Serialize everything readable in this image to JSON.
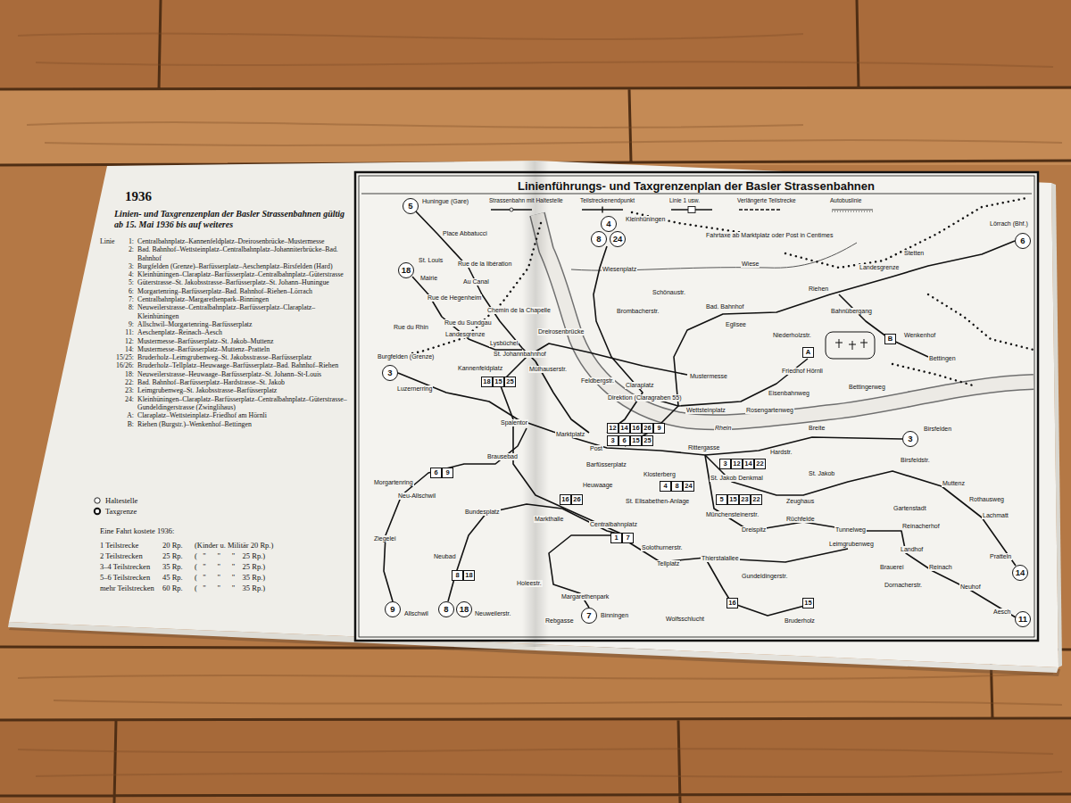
{
  "diagram": {
    "title": "Linienführungs- und Taxgrenzenplan der Basler Strassenbahnen",
    "caption": "Linien- und Taxgrenzenplan der Basler Strassenbahnen gültig ab 15. Mai 1936 bis auf weiteres",
    "nodes": [
      {
        "text": [
          "5"
        ]
      },
      {
        "text": [
          "18"
        ]
      },
      {
        "text": [
          "3"
        ]
      },
      {
        "text": [
          "9"
        ]
      },
      {
        "text": [
          "8"
        ]
      },
      {
        "text": [
          "18"
        ]
      },
      {
        "text": [
          "7"
        ]
      },
      {
        "text": [
          "4"
        ]
      },
      {
        "text": [
          "8"
        ]
      },
      {
        "text": [
          "24"
        ]
      },
      {
        "text": [
          "6"
        ]
      },
      {
        "text": [
          "3"
        ]
      },
      {
        "text": [
          "14"
        ]
      },
      {
        "text": [
          "11"
        ]
      },
      {
        "text": [
          "A"
        ]
      },
      {
        "text": [
          "B"
        ]
      },
      {
        "text": [
          "18"
        ]
      },
      {
        "text": [
          "15"
        ]
      },
      {
        "text": [
          "25"
        ]
      },
      {
        "text": [
          "12"
        ]
      },
      {
        "text": [
          "14"
        ]
      },
      {
        "text": [
          "16"
        ]
      },
      {
        "text": [
          "26"
        ]
      },
      {
        "text": [
          "9"
        ]
      },
      {
        "text": [
          "3"
        ]
      },
      {
        "text": [
          "6"
        ]
      },
      {
        "text": [
          "15"
        ]
      },
      {
        "text": [
          "25"
        ]
      },
      {
        "text": [
          "3"
        ]
      },
      {
        "text": [
          "12"
        ]
      },
      {
        "text": [
          "14"
        ]
      },
      {
        "text": [
          "22"
        ]
      },
      {
        "text": [
          "4"
        ]
      },
      {
        "text": [
          "8"
        ]
      },
      {
        "text": [
          "24"
        ]
      },
      {
        "text": [
          "5"
        ]
      },
      {
        "text": [
          "15"
        ]
      },
      {
        "text": [
          "23"
        ]
      },
      {
        "text": [
          "22"
        ]
      },
      {
        "text": [
          "16"
        ]
      },
      {
        "text": [
          "26"
        ]
      },
      {
        "text": [
          "1"
        ]
      },
      {
        "text": [
          "7"
        ]
      },
      {
        "text": [
          "6"
        ]
      },
      {
        "text": [
          "9"
        ]
      },
      {
        "text": [
          "8"
        ]
      },
      {
        "text": [
          "18"
        ]
      },
      {
        "text": [
          "16"
        ]
      },
      {
        "text": [
          "15"
        ]
      }
    ],
    "labels": [
      "1936",
      "Linie",
      "1:",
      "Centralbahnplatz–Kannenfeldplatz–Dreirosenbrücke–Mustermesse",
      "2:",
      "Bad. Bahnhof–Wettsteinplatz–Centralbahnplatz–Johanniterbrücke–Bad. Bahnhof",
      "3:",
      "Burgfelden (Grenze)–Barfüsserplatz–Aeschenplatz–Birsfelden (Hard)",
      "4:",
      "Kleinhüningen–Claraplatz–Barfüsserplatz–Centralbahnplatz–Güterstrasse",
      "5:",
      "Güterstrasse–St. Jakobsstrasse–Barfüsserplatz–St. Johann–Huningue",
      "6:",
      "Morgartenring–Barfüsserplatz–Bad. Bahnhof–Riehen–Lörrach",
      "7:",
      "Centralbahnplatz–Margarethenpark–Binningen",
      "8:",
      "Neuweilerstrasse–Centralbahnplatz–Barfüsserplatz–Claraplatz–Kleinhüningen",
      "9:",
      "Allschwil–Morgartenring–Barfüsserplatz",
      "11:",
      "Aeschenplatz–Reinach–Aesch",
      "12:",
      "Mustermesse–Barfüsserplatz–St. Jakob–Muttenz",
      "14:",
      "Mustermesse–Barfüsserplatz–Muttenz–Pratteln",
      "15/25:",
      "Bruderholz–Leimgrubenweg–St. Jakobsstrasse–Barfüsserplatz",
      "16/26:",
      "Bruderholz–Tellplatz–Heuwaage–Barfüsserplatz–Bad. Bahnhof–Riehen",
      "18:",
      "Neuweilerstrasse–Heuwaage–Barfüsserplatz–St. Johann–St-Louis",
      "22:",
      "Bad. Bahnhof–Barfüsserplatz–Hardstrasse–St. Jakob",
      "23:",
      "Leimgrubenweg–St. Jakobsstrasse–Barfüsserplatz",
      "24:",
      "Kleinhüningen–Claraplatz–Barfüsserplatz–Centralbahnplatz–Güterstrasse–Gundeldingerstrasse (Zwinglihaus)",
      "A:",
      "Claraplatz–Wettsteinplatz–Friedhof am Hörnli",
      "B:",
      "Riehen (Burgstr.)–Wenkenhof–Bettingen",
      "Eine Fahrt kostete 1936:",
      "1 Teilstrecke",
      "20 Rp.",
      "(Kinder u. Militär 20 Rp.)",
      "2 Teilstrecken",
      "25 Rp.",
      "(   \"      \"      \"    25 Rp.)",
      "3–4 Teilstrecken",
      "35 Rp.",
      "(   \"      \"      \"    25 Rp.)",
      "5–6 Teilstrecken",
      "45 Rp.",
      "(   \"      \"      \"    35 Rp.)",
      "mehr Teilstrecken",
      "60 Rp.",
      "(   \"      \"      \"    35 Rp.)",
      "Huningue (Gare)",
      "Place Abbatucci",
      "St. Louis",
      "Rue de la libération",
      "Mairie",
      "Au Canal",
      "Rue de Hegenheim",
      "Chemin de la Chapelle",
      "Rue du Sundgau",
      "Rue du Rhin",
      "Landesgrenze",
      "Dreirosenbrücke",
      "Lysbüchel",
      "St. Johannbahnhof",
      "Burgfelden (Grenze)",
      "Kannenfeldplatz",
      "Mülhauserstr.",
      "Luzernerring",
      "Kleinhüningen",
      "Wiesenplatz",
      "Fahrtaxe ab Marktplatz oder Post in Centimes",
      "Wiese",
      "Schönaustr.",
      "Brombacherstr.",
      "Bad. Bahnhof",
      "Riehen",
      "Landesgrenze",
      "Stetten",
      "Lörrach (Bhf.)",
      "Bahnübergang",
      "Eglisee",
      "Niederholzstr.",
      "Wenkenhof",
      "Bettingen",
      "Friedhof Hörnli",
      "Mustermesse",
      "Feldbergstr.",
      "Claraplatz",
      "Eisenbahnweg",
      "Bettingerweg",
      "Direktion (Claragraben 55)",
      "Wettsteinplatz",
      "Rosengartenweg",
      "Spalentor",
      "Rhein",
      "Breite",
      "Birsfelden",
      "Marktplatz",
      "Post",
      "Rittergasse",
      "Hardstr.",
      "Brausebad",
      "Birsfeldstr.",
      "Barfüsserplatz",
      "St. Jakob",
      "Klosterberg",
      "St. Jakob Denkmal",
      "Morgartenring",
      "Muttenz",
      "Heuwaage",
      "Neu-Allschwil",
      "Rothausweg",
      "St. Elisabethen-Anlage",
      "Zeughaus",
      "Gartenstadt",
      "Bundesplatz",
      "Lachmatt",
      "Münchensteinerstr.",
      "Markthalle",
      "Rüchfelde",
      "Centralbahnplatz",
      "Reinacherhof",
      "Dreispitz",
      "Tunnelweg",
      "Ziegelei",
      "Leimgrubenweg",
      "Solothurnerstr.",
      "Landhof",
      "Pratteln",
      "Neubad",
      "Thierstalallee",
      "Tellplatz",
      "Brauerei",
      "Reinach",
      "Gundeldingerstr.",
      "Holeestr.",
      "Dornacherstr.",
      "Neuhof",
      "Margarethenpark",
      "Aesch",
      "Allschwil",
      "Neuweilerstr.",
      "Rebgasse",
      "Binningen",
      "Wolfsschlucht",
      "Bruderholz"
    ],
    "legend": [
      {
        "text": "Haltestelle"
      },
      {
        "text": "Taxgrenze"
      },
      {
        "text": "Strassenbahn mit Haltestelle"
      },
      {
        "text": "Teilstreckenendpunkt"
      },
      {
        "text": "Linie 1 usw."
      },
      {
        "text": "Verlängerte Teilstrecke"
      },
      {
        "text": "Autobuslinie"
      }
    ]
  }
}
